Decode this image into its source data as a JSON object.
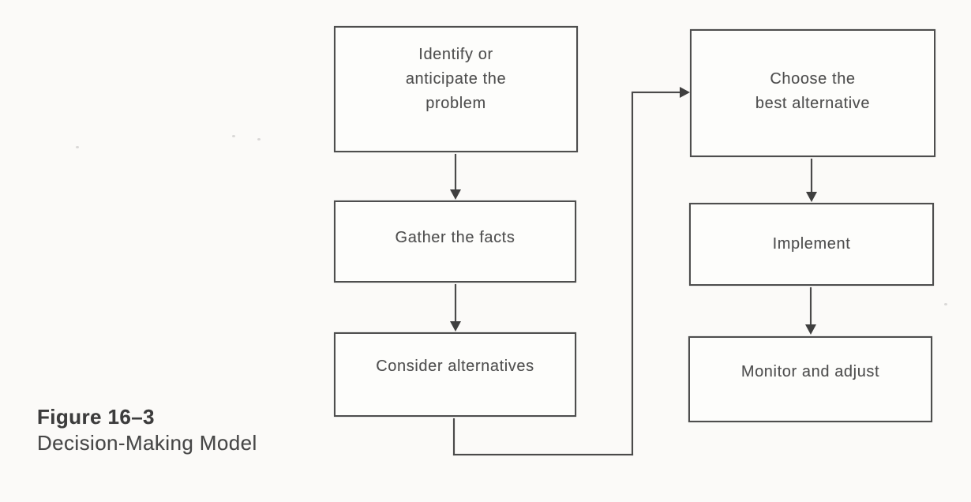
{
  "figure": {
    "label": "Figure 16–3",
    "caption": "Decision-Making Model"
  },
  "flowchart": {
    "type": "flowchart",
    "nodes": [
      {
        "id": "identify-problem",
        "label": "Identify or\nanticipate the\nproblem"
      },
      {
        "id": "gather-facts",
        "label": "Gather the facts"
      },
      {
        "id": "consider-alternatives",
        "label": "Consider alternatives"
      },
      {
        "id": "choose-best-alternative",
        "label": "Choose the\nbest alternative"
      },
      {
        "id": "implement",
        "label": "Implement"
      },
      {
        "id": "monitor-adjust",
        "label": "Monitor and adjust"
      }
    ],
    "edges": [
      {
        "from": "identify-problem",
        "to": "gather-facts"
      },
      {
        "from": "gather-facts",
        "to": "consider-alternatives"
      },
      {
        "from": "consider-alternatives",
        "to": "choose-best-alternative"
      },
      {
        "from": "choose-best-alternative",
        "to": "implement"
      },
      {
        "from": "implement",
        "to": "monitor-adjust"
      }
    ],
    "line_color": "#4a4a4a",
    "text_color": "#4f4f4f"
  }
}
